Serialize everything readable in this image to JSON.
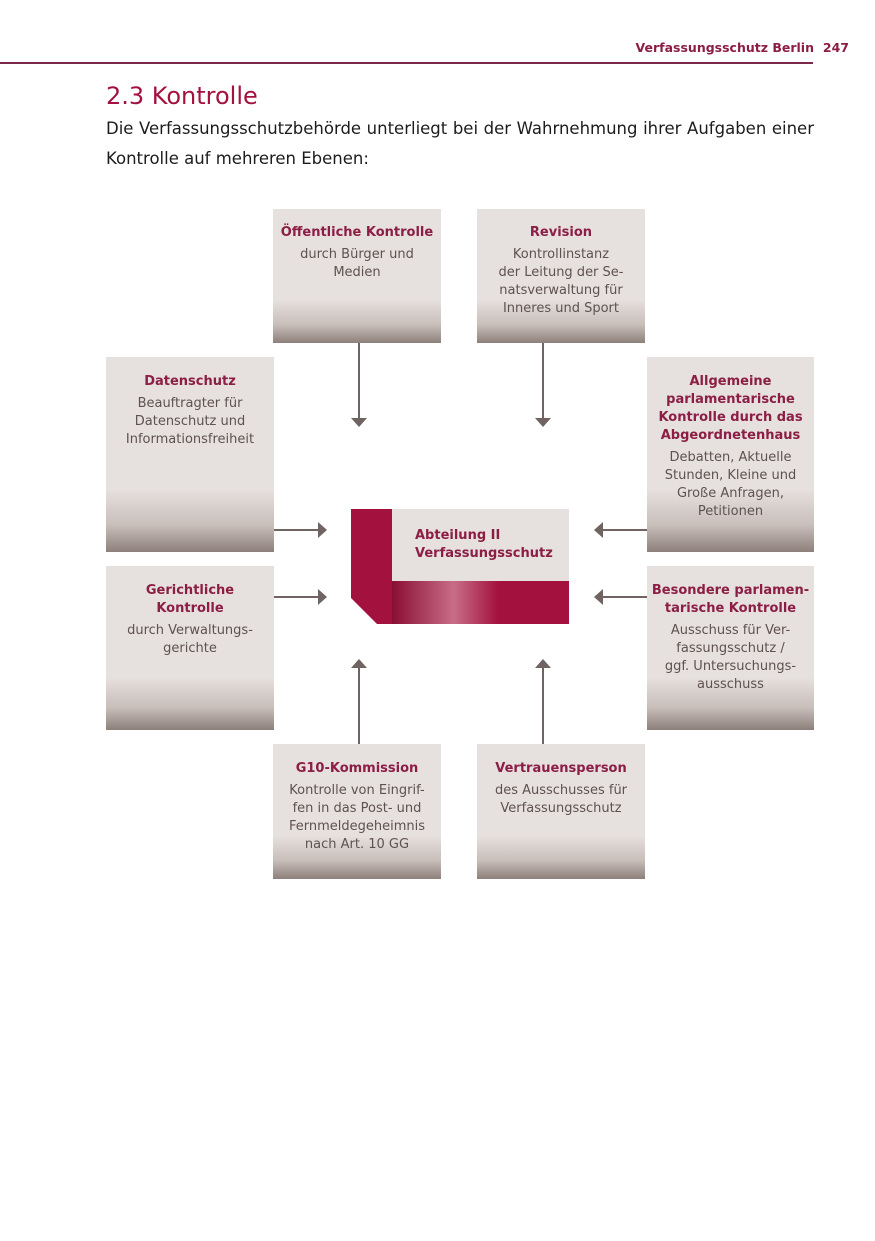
{
  "header": {
    "title": "Verfassungsschutz Berlin",
    "page": "247"
  },
  "section": {
    "title": "2.3 Kontrolle",
    "intro": "Die Verfassungsschutzbehörde unterliegt bei der Wahrnehmung ihrer Aufgaben einer Kontrolle auf mehreren Ebenen:"
  },
  "diagram": {
    "center": {
      "line1": "Abteilung II",
      "line2": "Verfassungsschutz"
    },
    "boxes": {
      "oeffentlich": {
        "title": "Öffentliche Kontrolle",
        "text": [
          "durch Bürger und",
          "Medien"
        ]
      },
      "revision": {
        "title": "Revision",
        "text": [
          "Kontrollinstanz",
          "der Leitung der Se-",
          "natsverwaltung für",
          "Inneres und Sport"
        ]
      },
      "datenschutz": {
        "title": "Datenschutz",
        "text": [
          "Beauftragter für",
          "Datenschutz und",
          "Informationsfreiheit"
        ]
      },
      "parlament_allgemein": {
        "title": [
          "Allgemeine",
          "parlamentarische",
          "Kontrolle durch das",
          "Abgeordnetenhaus"
        ],
        "text": [
          "Debatten, Aktuelle",
          "Stunden, Kleine und",
          "Große Anfragen,",
          "Petitionen"
        ]
      },
      "gericht": {
        "title": [
          "Gerichtliche",
          "Kontrolle"
        ],
        "text": [
          "durch Verwaltungs-",
          "gerichte"
        ]
      },
      "parlament_besonders": {
        "title": [
          "Besondere parlamen-",
          "tarische Kontrolle"
        ],
        "text": [
          "Ausschuss für Ver-",
          "fassungsschutz /",
          "ggf. Untersuchungs-",
          "ausschuss"
        ]
      },
      "g10": {
        "title": "G10-Kommission",
        "text": [
          "Kontrolle von Eingrif-",
          "fen in das Post- und",
          "Fernmeldegeheimnis",
          "nach Art. 10 GG"
        ]
      },
      "vertrauen": {
        "title": "Vertrauensperson",
        "text": [
          "des Ausschusses für",
          "Verfassungsschutz"
        ]
      }
    }
  },
  "colors": {
    "accent": "#a3123f",
    "title_text": "#8c1e45",
    "box_fill": "#e6e0de",
    "arrow": "#6f6461"
  }
}
